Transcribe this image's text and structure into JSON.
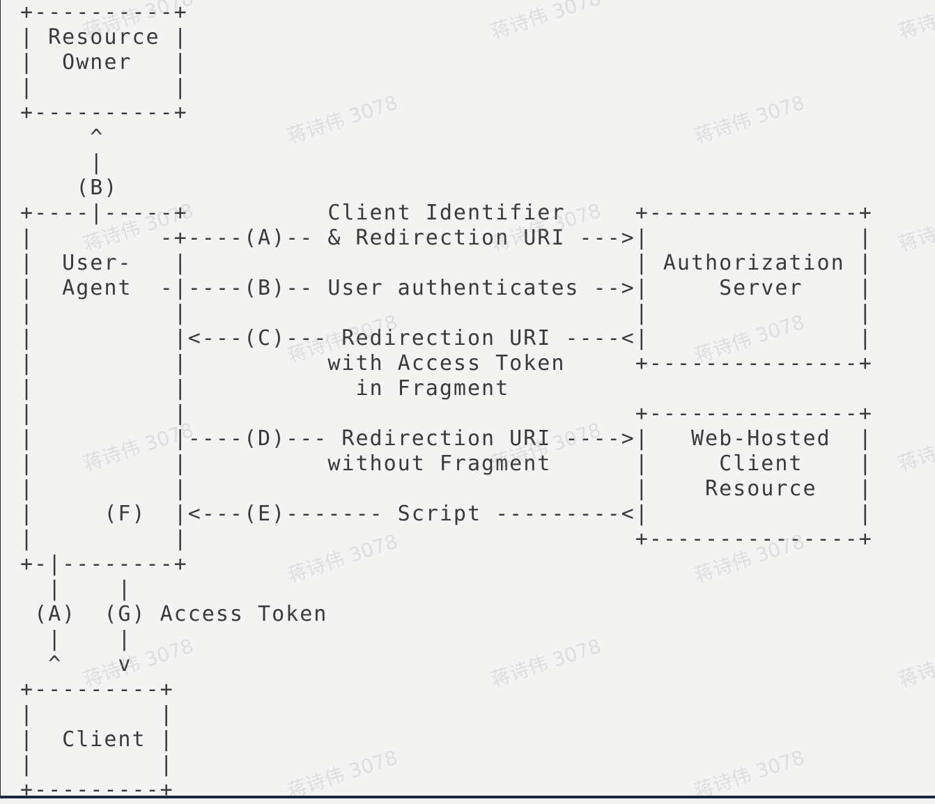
{
  "diagram": {
    "lines": [
      "+----------+",
      "| Resource |",
      "|  Owner   |",
      "|          |",
      "+----------+",
      "     ^",
      "     |",
      "    (B)",
      "+----|-----+          Client Identifier     +---------------+",
      "|         -+----(A)-- & Redirection URI --->|               |",
      "|  User-   |                                | Authorization |",
      "|  Agent  -|----(B)-- User authenticates -->|     Server    |",
      "|          |                                |               |",
      "|          |<---(C)--- Redirection URI ----<|               |",
      "|          |          with Access Token     +---------------+",
      "|          |            in Fragment",
      "|          |                                +---------------+",
      "|          |----(D)--- Redirection URI ---->|   Web-Hosted  |",
      "|          |          without Fragment      |     Client    |",
      "|          |                                |    Resource   |",
      "|     (F)  |<---(E)------- Script ---------<|               |",
      "|          |                                +---------------+",
      "+-|--------+",
      "  |    |",
      " (A)  (G) Access Token",
      "  |    |",
      "  ^    v",
      "+---------+",
      "|         |",
      "|  Client |",
      "|         |",
      "+---------+"
    ]
  },
  "watermark": {
    "text": "蒋诗伟 3078"
  }
}
